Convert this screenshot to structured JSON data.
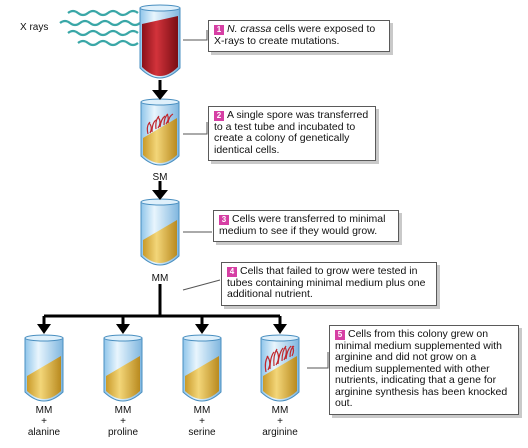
{
  "xray_label": "X rays",
  "steps": [
    {
      "number": "1",
      "text_italic": "N. crassa",
      "text": " cells were exposed to X-rays to create mutations."
    },
    {
      "number": "2",
      "text": "A single spore was transferred to a test tube and incubated to create a colony of genetically identical cells."
    },
    {
      "number": "3",
      "text": "Cells were transferred to minimal medium to see if they would grow."
    },
    {
      "number": "4",
      "text": "Cells that failed to grow were tested in tubes containing minimal medium plus one additional nutrient."
    },
    {
      "number": "5",
      "text": "Cells from this colony grew on minimal medium supplemented with arginine and did not grow on a medium supplemented with other nutrients, indicating that a gene for arginine synthesis has been knocked out."
    }
  ],
  "tube_labels": {
    "sm": "SM",
    "mm": "MM"
  },
  "test_tubes": [
    {
      "line1": "MM",
      "line2": "+",
      "line3": "alanine"
    },
    {
      "line1": "MM",
      "line2": "+",
      "line3": "proline"
    },
    {
      "line1": "MM",
      "line2": "+",
      "line3": "serine"
    },
    {
      "line1": "MM",
      "line2": "+",
      "line3": "arginine"
    }
  ],
  "colors": {
    "tube_glass": "#b7ddf5",
    "medium": "#e2bd4c",
    "culture_red": "#b31c24",
    "colony": "#c0272d",
    "xray_wave": "#3aa7a7",
    "badge": "#d63fa4"
  }
}
